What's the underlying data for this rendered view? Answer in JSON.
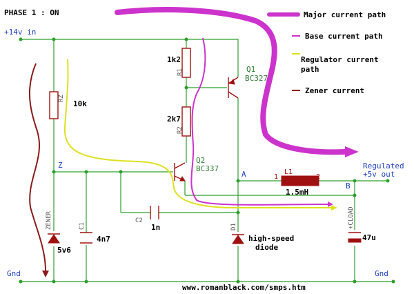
{
  "title": "PHASE 1 : ON",
  "legend": {
    "major": "Major current path",
    "base": "Base current path",
    "regulator_line1": "Regulator current",
    "regulator_line2": "path",
    "zener": "Zener current"
  },
  "labels": {
    "vin": "+14v in",
    "r1_value": "1k2",
    "r1_name": "R1",
    "rz_value": "10k",
    "rz_name": "RZ",
    "r2_value": "2k7",
    "r2_name": "R2",
    "q1_name": "Q1",
    "q1_part": "BC327",
    "q2_name": "Q2",
    "q2_part": "BC337",
    "node_z": "Z",
    "node_a": "A",
    "node_b": "B",
    "l1_name": "L1",
    "l1_pin1": "1",
    "l1_pin2": "2",
    "l1_value": "1.5mH",
    "regulated_line1": "Regulated",
    "regulated_line2": "+5v out",
    "c2_name": "C2",
    "c2_value": "1n",
    "zener_name": "ZENER",
    "zener_value": "5v6",
    "c1_name": "C1",
    "c1_value": "4n7",
    "d1_name": "D1",
    "d1_desc_line1": "high-speed",
    "d1_desc_line2": "diode",
    "cload_name": "+CLOAD",
    "cload_value": "47u",
    "gnd_left": "Gnd",
    "gnd_right": "Gnd",
    "footer_url": "www.romanblack.com/smps.htm"
  },
  "colors": {
    "major_path": "#cc33cc",
    "base_path": "#cc33cc",
    "regulator_path": "#e0e020",
    "zener_path": "#8b1a1a",
    "wire": "#2aa02a",
    "component": "#a01010"
  }
}
